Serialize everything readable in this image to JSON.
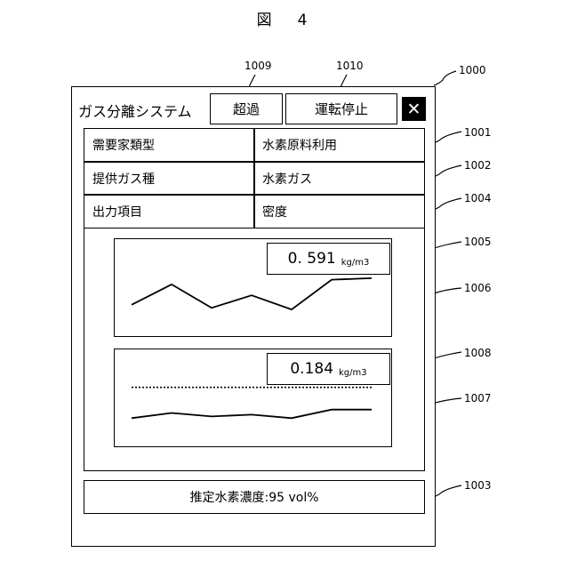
{
  "figure_label": "図　4",
  "refs": {
    "window": "1000",
    "table_row_1": "1001",
    "table_row_2": "1002",
    "table_row_3": "1004",
    "value_box_1": "1005",
    "chart_1": "1006",
    "chart_2": "1007",
    "value_box_2": "1008",
    "exceed_button": "1009",
    "stop_button": "1010",
    "status_bar": "1003"
  },
  "window": {
    "title": "ガス分離システム",
    "exceed_label": "超過",
    "stop_label": "運転停止",
    "close_glyph": "✕"
  },
  "table": [
    {
      "label": "需要家類型",
      "value": "水素原料利用"
    },
    {
      "label": "提供ガス種",
      "value": "水素ガス"
    },
    {
      "label": "出力項目",
      "value": "密度"
    }
  ],
  "readouts": [
    {
      "value": "0. 591",
      "unit": "kg/m3"
    },
    {
      "value": "0.184",
      "unit": "kg/m3"
    }
  ],
  "status_text": "推定水素濃度:95 vol%",
  "chart_data": [
    {
      "type": "line",
      "title": "",
      "x": [
        1,
        2,
        3,
        4,
        5,
        6,
        7
      ],
      "series": [
        {
          "values": [
            2.0,
            3.3,
            1.8,
            2.6,
            1.7,
            3.6,
            3.7
          ]
        }
      ],
      "ylim": [
        0,
        5
      ],
      "grid": false
    },
    {
      "type": "line",
      "title": "",
      "x": [
        1,
        2,
        3,
        4,
        5,
        6,
        7
      ],
      "series": [
        {
          "values": [
            1.6,
            1.9,
            1.7,
            1.8,
            1.6,
            2.1,
            2.1
          ]
        },
        {
          "values": [
            3.4,
            3.4,
            3.4,
            3.4,
            3.4,
            3.4,
            3.4
          ],
          "style": "dotted"
        }
      ],
      "ylim": [
        0,
        5
      ],
      "grid": false
    }
  ]
}
